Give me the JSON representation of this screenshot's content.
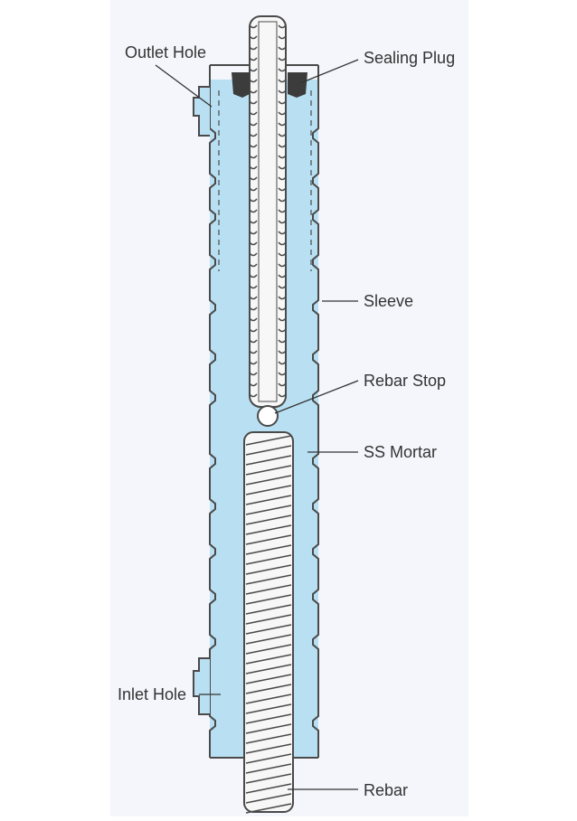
{
  "colors": {
    "mortar": "#b9e0f2",
    "outline": "#4a4a4a",
    "rebar_fill": "#f7f7f7",
    "plug": "#3c3c3c",
    "label": "#333333",
    "backdrop": "#f4f6fb"
  },
  "labels": {
    "outlet_hole": "Outlet Hole",
    "sealing_plug": "Sealing Plug",
    "sleeve": "Sleeve",
    "rebar_stop": "Rebar Stop",
    "ss_mortar": "SS Mortar",
    "inlet_hole": "Inlet Hole",
    "rebar": "Rebar"
  }
}
